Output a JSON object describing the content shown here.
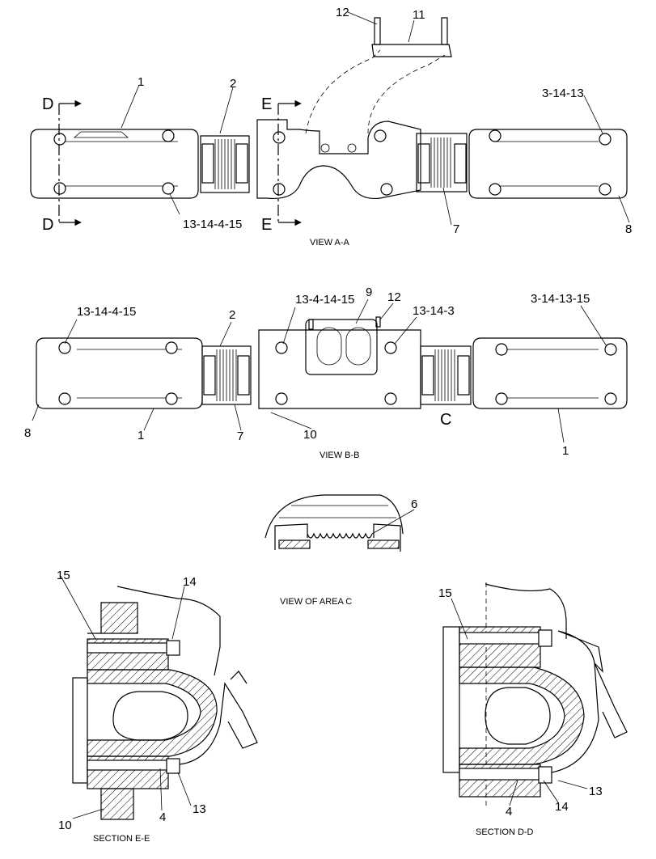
{
  "views": {
    "view_aa": "VIEW A-A",
    "view_bb": "VIEW B-B",
    "view_area_c": "VIEW OF AREA C",
    "section_ee": "SECTION E-E",
    "section_dd": "SECTION D-D"
  },
  "section_markers": {
    "d_top": "D",
    "d_bottom": "D",
    "e_top": "E",
    "e_bottom": "E",
    "c": "C"
  },
  "callouts": {
    "aa": {
      "n12": "12",
      "n11": "11",
      "n1": "1",
      "n2": "2",
      "n3_14_13": "3-14-13",
      "n13_14_4_15": "13-14-4-15",
      "n7": "7",
      "n8": "8"
    },
    "bb": {
      "n13_14_4_15_left": "13-14-4-15",
      "n2": "2",
      "n13_4_14_15": "13-4-14-15",
      "n9": "9",
      "n12": "12",
      "n13_14_3": "13-14-3",
      "n3_14_13_15": "3-14-13-15",
      "n8": "8",
      "n1_left": "1",
      "n7": "7",
      "n10": "10",
      "n1_right": "1"
    },
    "area_c": {
      "n6": "6"
    },
    "ee": {
      "n15": "15",
      "n14": "14",
      "n10": "10",
      "n4": "4",
      "n13": "13"
    },
    "dd": {
      "n15": "15",
      "n13": "13",
      "n4": "4",
      "n14": "14"
    }
  }
}
